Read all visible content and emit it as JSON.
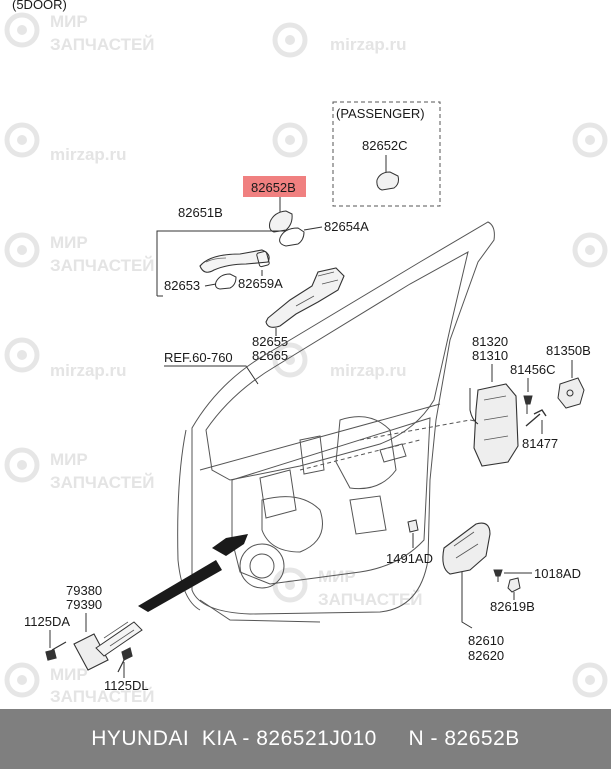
{
  "diagram": {
    "header_note": "(5DOOR)",
    "passenger_label": "(PASSENGER)",
    "ref_label": "REF.60-760",
    "parts": {
      "p82652B": "82652B",
      "p82652C": "82652C",
      "p82651B": "82651B",
      "p82654A": "82654A",
      "p82653": "82653",
      "p82659A": "82659A",
      "p82655": "82655",
      "p82665": "82665",
      "p81320": "81320",
      "p81310": "81310",
      "p81350B": "81350B",
      "p81456C": "81456C",
      "p81477": "81477",
      "p1491AD": "1491AD",
      "p1018AD": "1018AD",
      "p82619B": "82619B",
      "p82610": "82610",
      "p82620": "82620",
      "p79380": "79380",
      "p79390": "79390",
      "p1125DA": "1125DA",
      "p1125DL": "1125DL"
    },
    "highlight_color": "#f08080"
  },
  "watermark": {
    "line_mir": "МИР",
    "line_zap": "ЗАПЧАСТЕЙ",
    "site": "mirzap.ru"
  },
  "footer": {
    "text": "HYUNDAI  KIA - 826521J010     N - 82652B"
  }
}
